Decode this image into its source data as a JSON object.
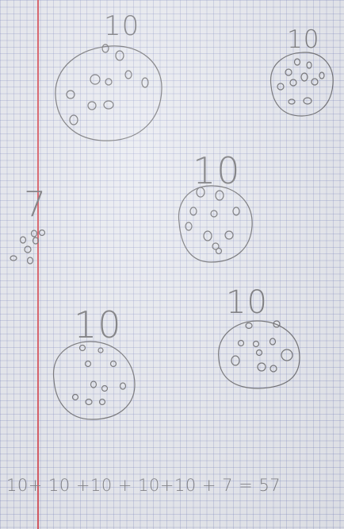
{
  "page": {
    "ruling": "grid",
    "margin_line_color": "#d6505a"
  },
  "cookies": [
    {
      "count_label": "10",
      "chips": 10
    },
    {
      "count_label": "10",
      "chips": 10
    },
    {
      "count_label": "10",
      "chips": 10
    },
    {
      "count_label": "7",
      "chips": 7
    },
    {
      "count_label": "10",
      "chips": 10
    },
    {
      "count_label": "10",
      "chips": 10
    }
  ],
  "equation": "10+ 10 +10 + 10+10 + 7 = 57"
}
